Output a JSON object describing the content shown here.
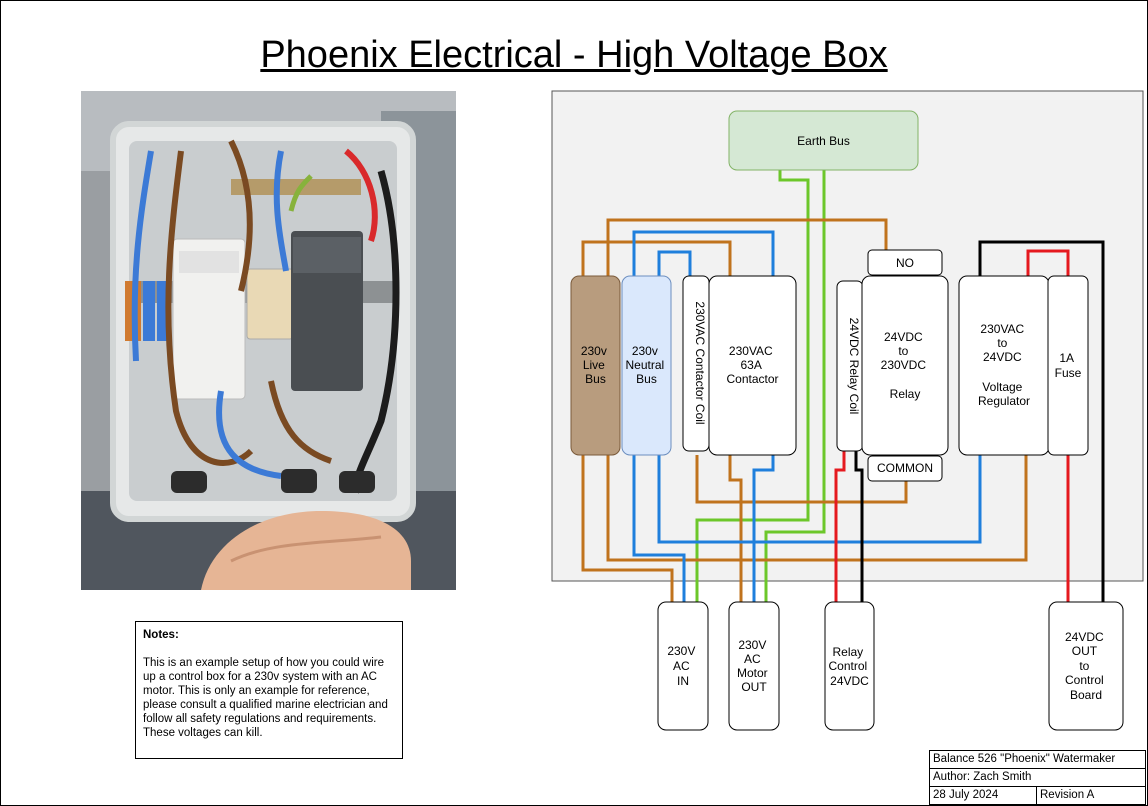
{
  "title": "Phoenix Electrical - High Voltage Box",
  "notes": {
    "heading": "Notes:",
    "body": "This is an example setup of how you could wire up a control box for a 230v system with an AC motor.  This is only an example for reference, please consult a qualified marine electrician and follow all safety regulations and requirements.  These voltages can kill."
  },
  "components": {
    "earth_bus": "Earth Bus",
    "live_bus": [
      "230v",
      "Live",
      "Bus"
    ],
    "neutral_bus": [
      "230v",
      "Neutral",
      "Bus"
    ],
    "contactor_coil": "230VAC Contactor Coil",
    "contactor": [
      "230VAC",
      "63A",
      "Contactor"
    ],
    "relay_coil": "24VDC Relay Coil",
    "relay": [
      "24VDC",
      "to",
      "230VDC",
      "",
      "Relay"
    ],
    "no_terminal": "NO",
    "common_terminal": "COMMON",
    "regulator": [
      "230VAC",
      "to",
      "24VDC",
      "",
      "Voltage",
      "Regulator"
    ],
    "fuse": [
      "1A",
      "Fuse"
    ],
    "ac_in": [
      "230V",
      "AC",
      "IN"
    ],
    "motor_out": [
      "230V",
      "AC",
      "Motor",
      "OUT"
    ],
    "relay_control": [
      "Relay",
      "Control",
      "24VDC"
    ],
    "dc_out": [
      "24VDC",
      "OUT",
      "to",
      "Control",
      "Board"
    ]
  },
  "title_block": {
    "project": "Balance 526 \"Phoenix\" Watermaker",
    "author": "Author: Zach Smith",
    "date": "28 July 2024",
    "revision": "Revision A"
  },
  "colors": {
    "live_brown": "#c0731d",
    "neutral_blue": "#1f7fdc",
    "earth_green": "#6cc72a",
    "dc_red": "#e5191f",
    "dc_black": "#000000",
    "panel": "#f2f2f2",
    "earth_fill": "#d5e8d4",
    "live_fill": "#b89c7e",
    "neutral_fill": "#dae8fc"
  }
}
